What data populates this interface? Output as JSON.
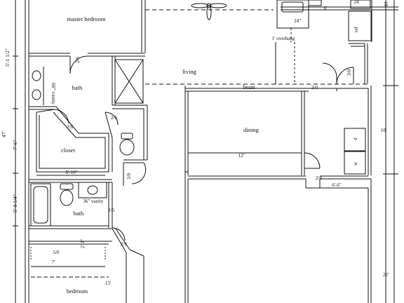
{
  "rooms": {
    "master_bedroom": "master bedroom",
    "bath_upper": "bath",
    "closet": "closet",
    "bath_lower": "bath",
    "bedroom": "bedroom",
    "living": "living",
    "dining": "dining"
  },
  "fixtures": {
    "vanity_60": "60\" vanity",
    "vanity_36": "36\" vanity",
    "sink_24": "24\"",
    "ref": "ref",
    "d": "d",
    "w": "w"
  },
  "labels": {
    "beam": "beam",
    "overhang": "1' overhang"
  },
  "dimensions": {
    "d_8ft": "8'",
    "d_24_top": "24",
    "d_18_top": "18",
    "d_2_6_a": "2/6",
    "d_2_6_b": "2/6",
    "d_2_6_c": "2/6",
    "d_2_6_d": "2/6",
    "d_2_6_e": "2/6",
    "d_3_0_a": "3/0",
    "d_3_0_b": "3/0",
    "d_3_0_c": "3/0",
    "d_2_8": "2/8",
    "d_5_0": "5/0",
    "d_12ft": "12'",
    "d_10ft": "10'",
    "d_8_10": "8'-10\"",
    "d_6_6": "6'-6\"",
    "d_7ft": "7'",
    "d_13ft": "13'",
    "d_22ft": "22'",
    "d_2_1": "2'-1\"",
    "d_5_11_half": "5'-1 1/2\"",
    "d_47": "47'",
    "d_7_6": "7'-6\"",
    "d_5_0_quarter": "5'-0 1/4\""
  }
}
